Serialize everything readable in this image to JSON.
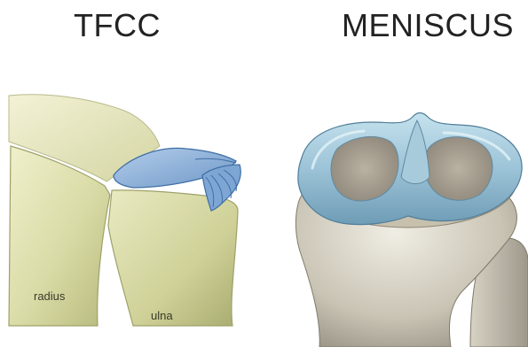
{
  "panels": {
    "left": {
      "title": "TFCC",
      "labels": {
        "radius": "radius",
        "ulna": "ulna"
      }
    },
    "right": {
      "title": "MENISCUS"
    }
  },
  "colors": {
    "bone_light": "#e6e6bd",
    "bone_mid": "#c9cb93",
    "bone_shadow": "#a8ab6e",
    "cartilage_blue": "#8fb4dc",
    "cartilage_edge": "#3f6fa5",
    "meniscus_blue": "#9ec3d6",
    "tibia_gray": "#c9c5b8"
  }
}
